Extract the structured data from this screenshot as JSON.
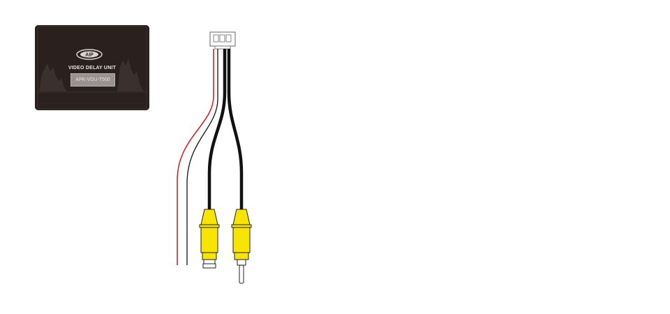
{
  "device": {
    "title": "VIDEO DELAY UNIT",
    "model": "APK-VDU-T500",
    "logo_text": "AIP"
  },
  "colors": {
    "device_body": "#2a211e",
    "wire_red": "#d3202a",
    "wire_black": "#111111",
    "rca_yellow": "#f7e400"
  },
  "icons": {
    "logo": "brand-logo-icon",
    "connector": "wire-connector-icon",
    "rca_female": "rca-female-connector-icon",
    "rca_male": "rca-male-connector-icon"
  }
}
